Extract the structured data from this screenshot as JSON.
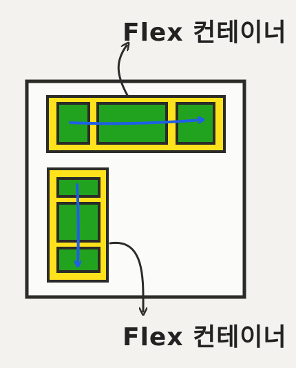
{
  "labels": {
    "top": "Flex 컨테이너",
    "bottom": "Flex 컨테이너"
  },
  "colors": {
    "background": "#f3f2ef",
    "outer_box_fill": "#fbfbf9",
    "outline": "#2b2b28",
    "container_fill": "#ffe21c",
    "item_fill": "#22a31f",
    "arrow": "#1f5fe6",
    "text": "#222222"
  },
  "containers": [
    {
      "direction": "row",
      "item_count": 3
    },
    {
      "direction": "column",
      "item_count": 3
    }
  ]
}
